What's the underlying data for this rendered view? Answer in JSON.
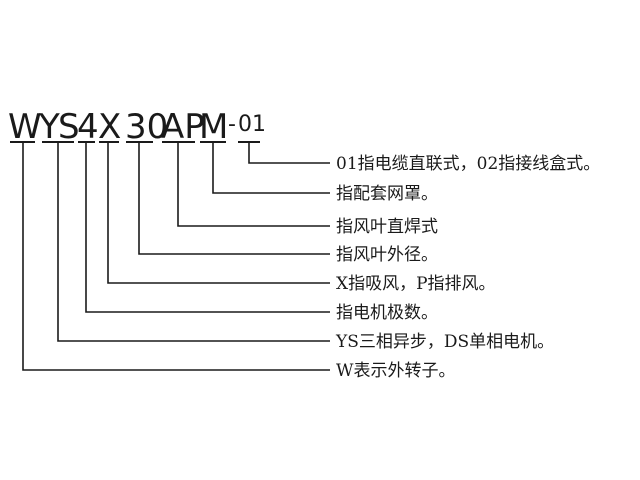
{
  "model_code": {
    "c1": "W",
    "c2": "Y",
    "c3": "S",
    "c4": "4",
    "c5": "X",
    "c6": "30",
    "c7": "AP",
    "c8": "M",
    "c9": "-",
    "c10": "01"
  },
  "descriptions": [
    "01指电缆直联式，02指接线盒式。",
    "指配套网罩。",
    "指风叶直焊式",
    "指风叶外径。",
    "X指吸风，P指排风。",
    "指电机极数。",
    "YS三相异步，DS单相电机。",
    "W表示外转子。"
  ]
}
